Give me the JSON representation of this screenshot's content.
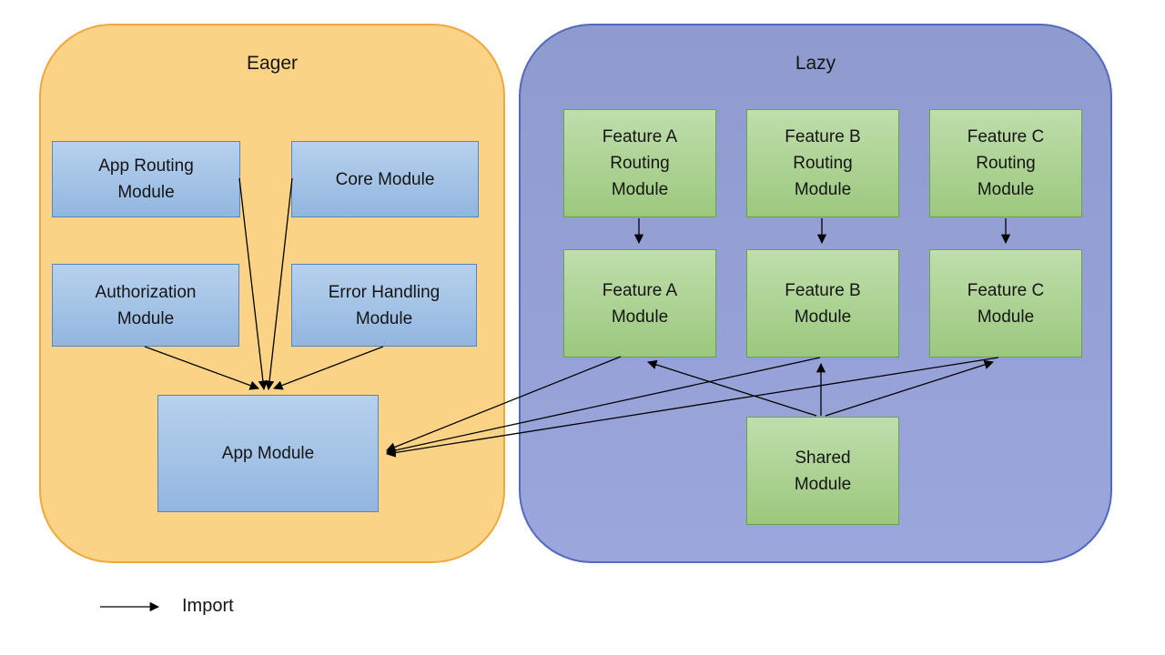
{
  "diagram": {
    "groups": {
      "eager": {
        "title": "Eager"
      },
      "lazy": {
        "title": "Lazy"
      }
    },
    "nodes": {
      "app_routing": {
        "label": "App Routing\nModule",
        "group": "eager"
      },
      "core": {
        "label": "Core Module",
        "group": "eager"
      },
      "authorization": {
        "label": "Authorization\nModule",
        "group": "eager"
      },
      "error_handling": {
        "label": "Error Handling\nModule",
        "group": "eager"
      },
      "app": {
        "label": "App Module",
        "group": "eager"
      },
      "feature_a_routing": {
        "label": "Feature A\nRouting\nModule",
        "group": "lazy"
      },
      "feature_b_routing": {
        "label": "Feature B\nRouting\nModule",
        "group": "lazy"
      },
      "feature_c_routing": {
        "label": "Feature C\nRouting\nModule",
        "group": "lazy"
      },
      "feature_a": {
        "label": "Feature A\nModule",
        "group": "lazy"
      },
      "feature_b": {
        "label": "Feature B\nModule",
        "group": "lazy"
      },
      "feature_c": {
        "label": "Feature C\nModule",
        "group": "lazy"
      },
      "shared": {
        "label": "Shared\nModule",
        "group": "lazy"
      }
    },
    "edges": [
      {
        "from": "app_routing",
        "to": "app",
        "relation": "import"
      },
      {
        "from": "core",
        "to": "app",
        "relation": "import"
      },
      {
        "from": "authorization",
        "to": "app",
        "relation": "import"
      },
      {
        "from": "error_handling",
        "to": "app",
        "relation": "import"
      },
      {
        "from": "feature_a_routing",
        "to": "feature_a",
        "relation": "import"
      },
      {
        "from": "feature_b_routing",
        "to": "feature_b",
        "relation": "import"
      },
      {
        "from": "feature_c_routing",
        "to": "feature_c",
        "relation": "import"
      },
      {
        "from": "shared",
        "to": "feature_a",
        "relation": "import"
      },
      {
        "from": "shared",
        "to": "feature_b",
        "relation": "import"
      },
      {
        "from": "shared",
        "to": "feature_c",
        "relation": "import"
      },
      {
        "from": "feature_a",
        "to": "app",
        "relation": "import"
      },
      {
        "from": "feature_b",
        "to": "app",
        "relation": "import"
      },
      {
        "from": "feature_c",
        "to": "app",
        "relation": "import"
      }
    ],
    "legend": {
      "label": "Import"
    }
  },
  "colors": {
    "eager_fill": "#FBD386",
    "eager_border": "#EFA740",
    "lazy_fill_top": "#8F9BCF",
    "lazy_fill_bottom": "#9BA7DC",
    "lazy_border": "#5269BE",
    "blue_top": "#B7D1ED",
    "blue_bottom": "#92B6E0",
    "blue_border": "#5585C2",
    "green_top": "#BFDEAC",
    "green_bottom": "#9CC87E",
    "green_border": "#69A347",
    "arrow": "#000000",
    "text": "#151515"
  }
}
